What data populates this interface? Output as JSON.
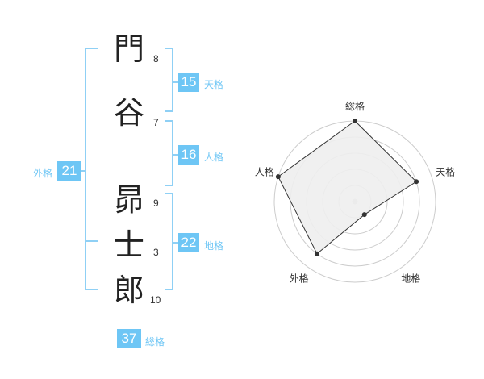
{
  "name": {
    "chars": [
      {
        "char": "門",
        "strokes": "8"
      },
      {
        "char": "谷",
        "strokes": "7"
      },
      {
        "char": "昴",
        "strokes": "9"
      },
      {
        "char": "士",
        "strokes": "3"
      },
      {
        "char": "郎",
        "strokes": "10"
      }
    ]
  },
  "fortunes": {
    "tenkaku": {
      "label": "天格",
      "value": "15"
    },
    "jinkaku": {
      "label": "人格",
      "value": "16"
    },
    "chikaku": {
      "label": "地格",
      "value": "22"
    },
    "gaikaku": {
      "label": "外格",
      "value": "21"
    },
    "soukaku": {
      "label": "総格",
      "value": "37"
    }
  },
  "chart_data": {
    "type": "radar",
    "axes": [
      "総格",
      "天格",
      "地格",
      "外格",
      "人格"
    ],
    "values": [
      5,
      4,
      1,
      4,
      5
    ],
    "max": 5,
    "rings": 5,
    "colors": {
      "fill": "#eeeeee",
      "stroke": "#333333",
      "grid": "#cccccc",
      "accent": "#6ec6f5"
    }
  }
}
